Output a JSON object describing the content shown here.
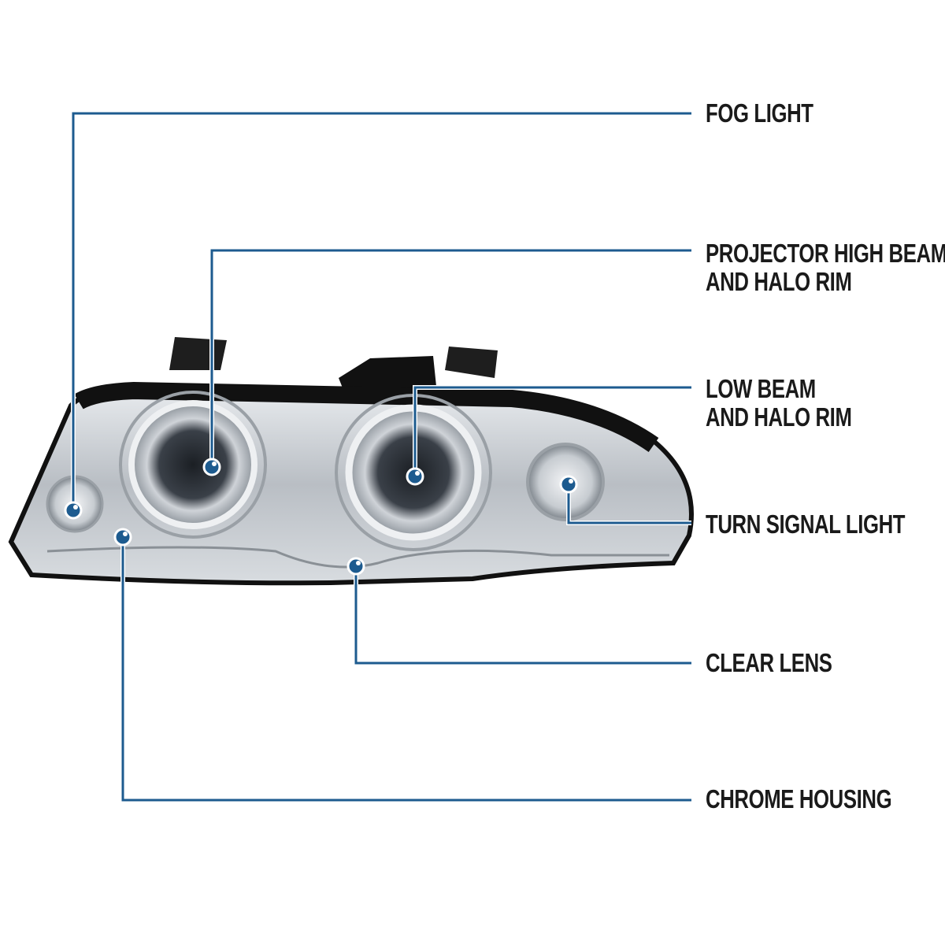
{
  "accent_color": "#1d5b8f",
  "callouts": [
    {
      "id": "fog-light",
      "lines": [
        "FOG LIGHT"
      ]
    },
    {
      "id": "projector-high-beam",
      "lines": [
        "PROJECTOR HIGH BEAM",
        "AND HALO RIM"
      ]
    },
    {
      "id": "low-beam",
      "lines": [
        "LOW BEAM",
        "AND HALO RIM"
      ]
    },
    {
      "id": "turn-signal",
      "lines": [
        "TURN SIGNAL LIGHT"
      ]
    },
    {
      "id": "clear-lens",
      "lines": [
        "CLEAR LENS"
      ]
    },
    {
      "id": "chrome-housing",
      "lines": [
        "CHROME HOUSING"
      ]
    }
  ]
}
